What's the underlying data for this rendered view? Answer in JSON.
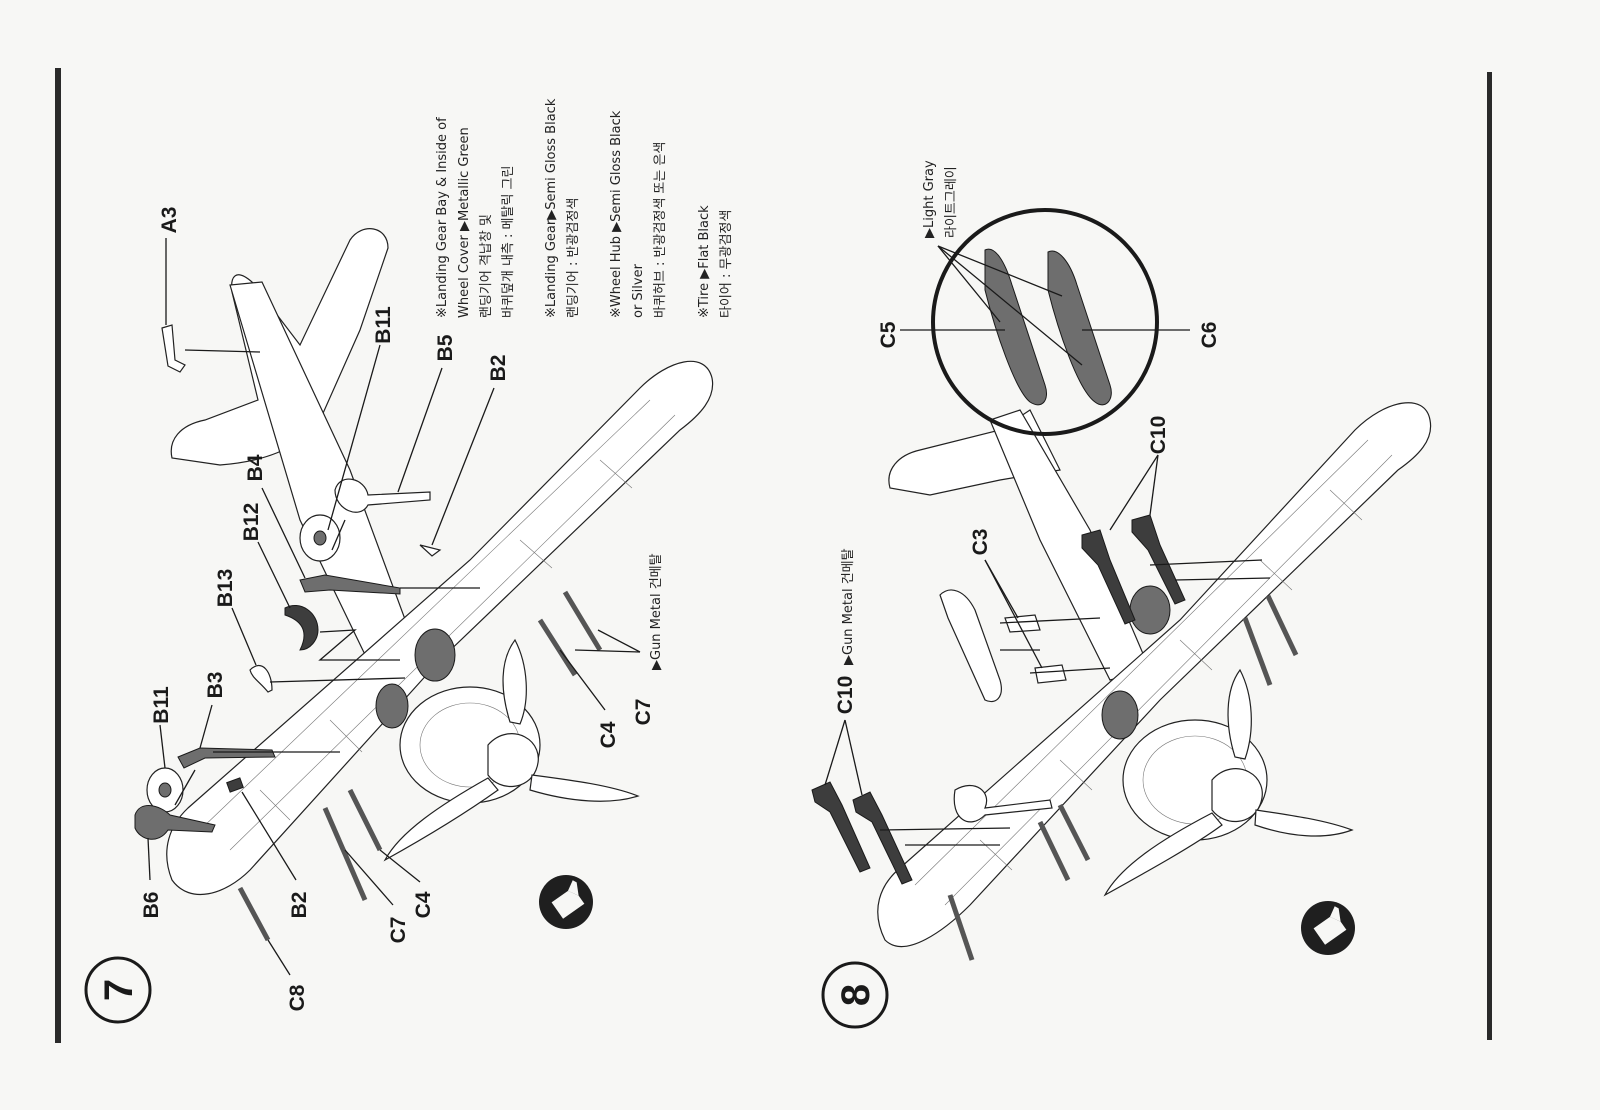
{
  "steps": [
    {
      "number": "7",
      "part_labels": [
        "A3",
        "B11",
        "B5",
        "B2",
        "B4",
        "B12",
        "B13",
        "B3",
        "B11",
        "B6",
        "B2",
        "C8",
        "C7",
        "C4",
        "C4",
        "C7"
      ],
      "paint_note": "▶Gun Metal 건메탈",
      "notes": [
        {
          "line1": "※Landing Gear Bay & Inside of",
          "line2": "Wheel Cover ▶Metallic Green",
          "line3": "랜딩기어 격납창 및",
          "line4": "바퀴덮개 내측 : 메탈릭 그린"
        },
        {
          "line1": "※Landing Gear▶Semi Gloss Black",
          "line2": "랜딩기어 : 반광검정색"
        },
        {
          "line1": "※Wheel Hub ▶Semi Gloss Black",
          "line2": "or Silver",
          "line3": "바퀴허브 : 반광검정색 또는 은색"
        },
        {
          "line1": "※Tire ▶Flat Black",
          "line2": "타이어 : 무광검정색"
        }
      ]
    },
    {
      "number": "8",
      "part_labels": [
        "C5",
        "C6",
        "C10",
        "C3",
        "C10"
      ],
      "detail_note": {
        "line1": "▶Light Gray",
        "line2": "라이트그레이"
      },
      "paint_note": "▶Gun Metal 건메탈",
      "bold_label": "C10"
    }
  ],
  "icons": [
    "glue-bottle-icon",
    "glue-bottle-icon"
  ],
  "colors": {
    "ink": "#1a1a1a",
    "paper": "#f7f7f5",
    "part_dark": "#3d3d3d",
    "part_mid": "#6e6e6e"
  }
}
